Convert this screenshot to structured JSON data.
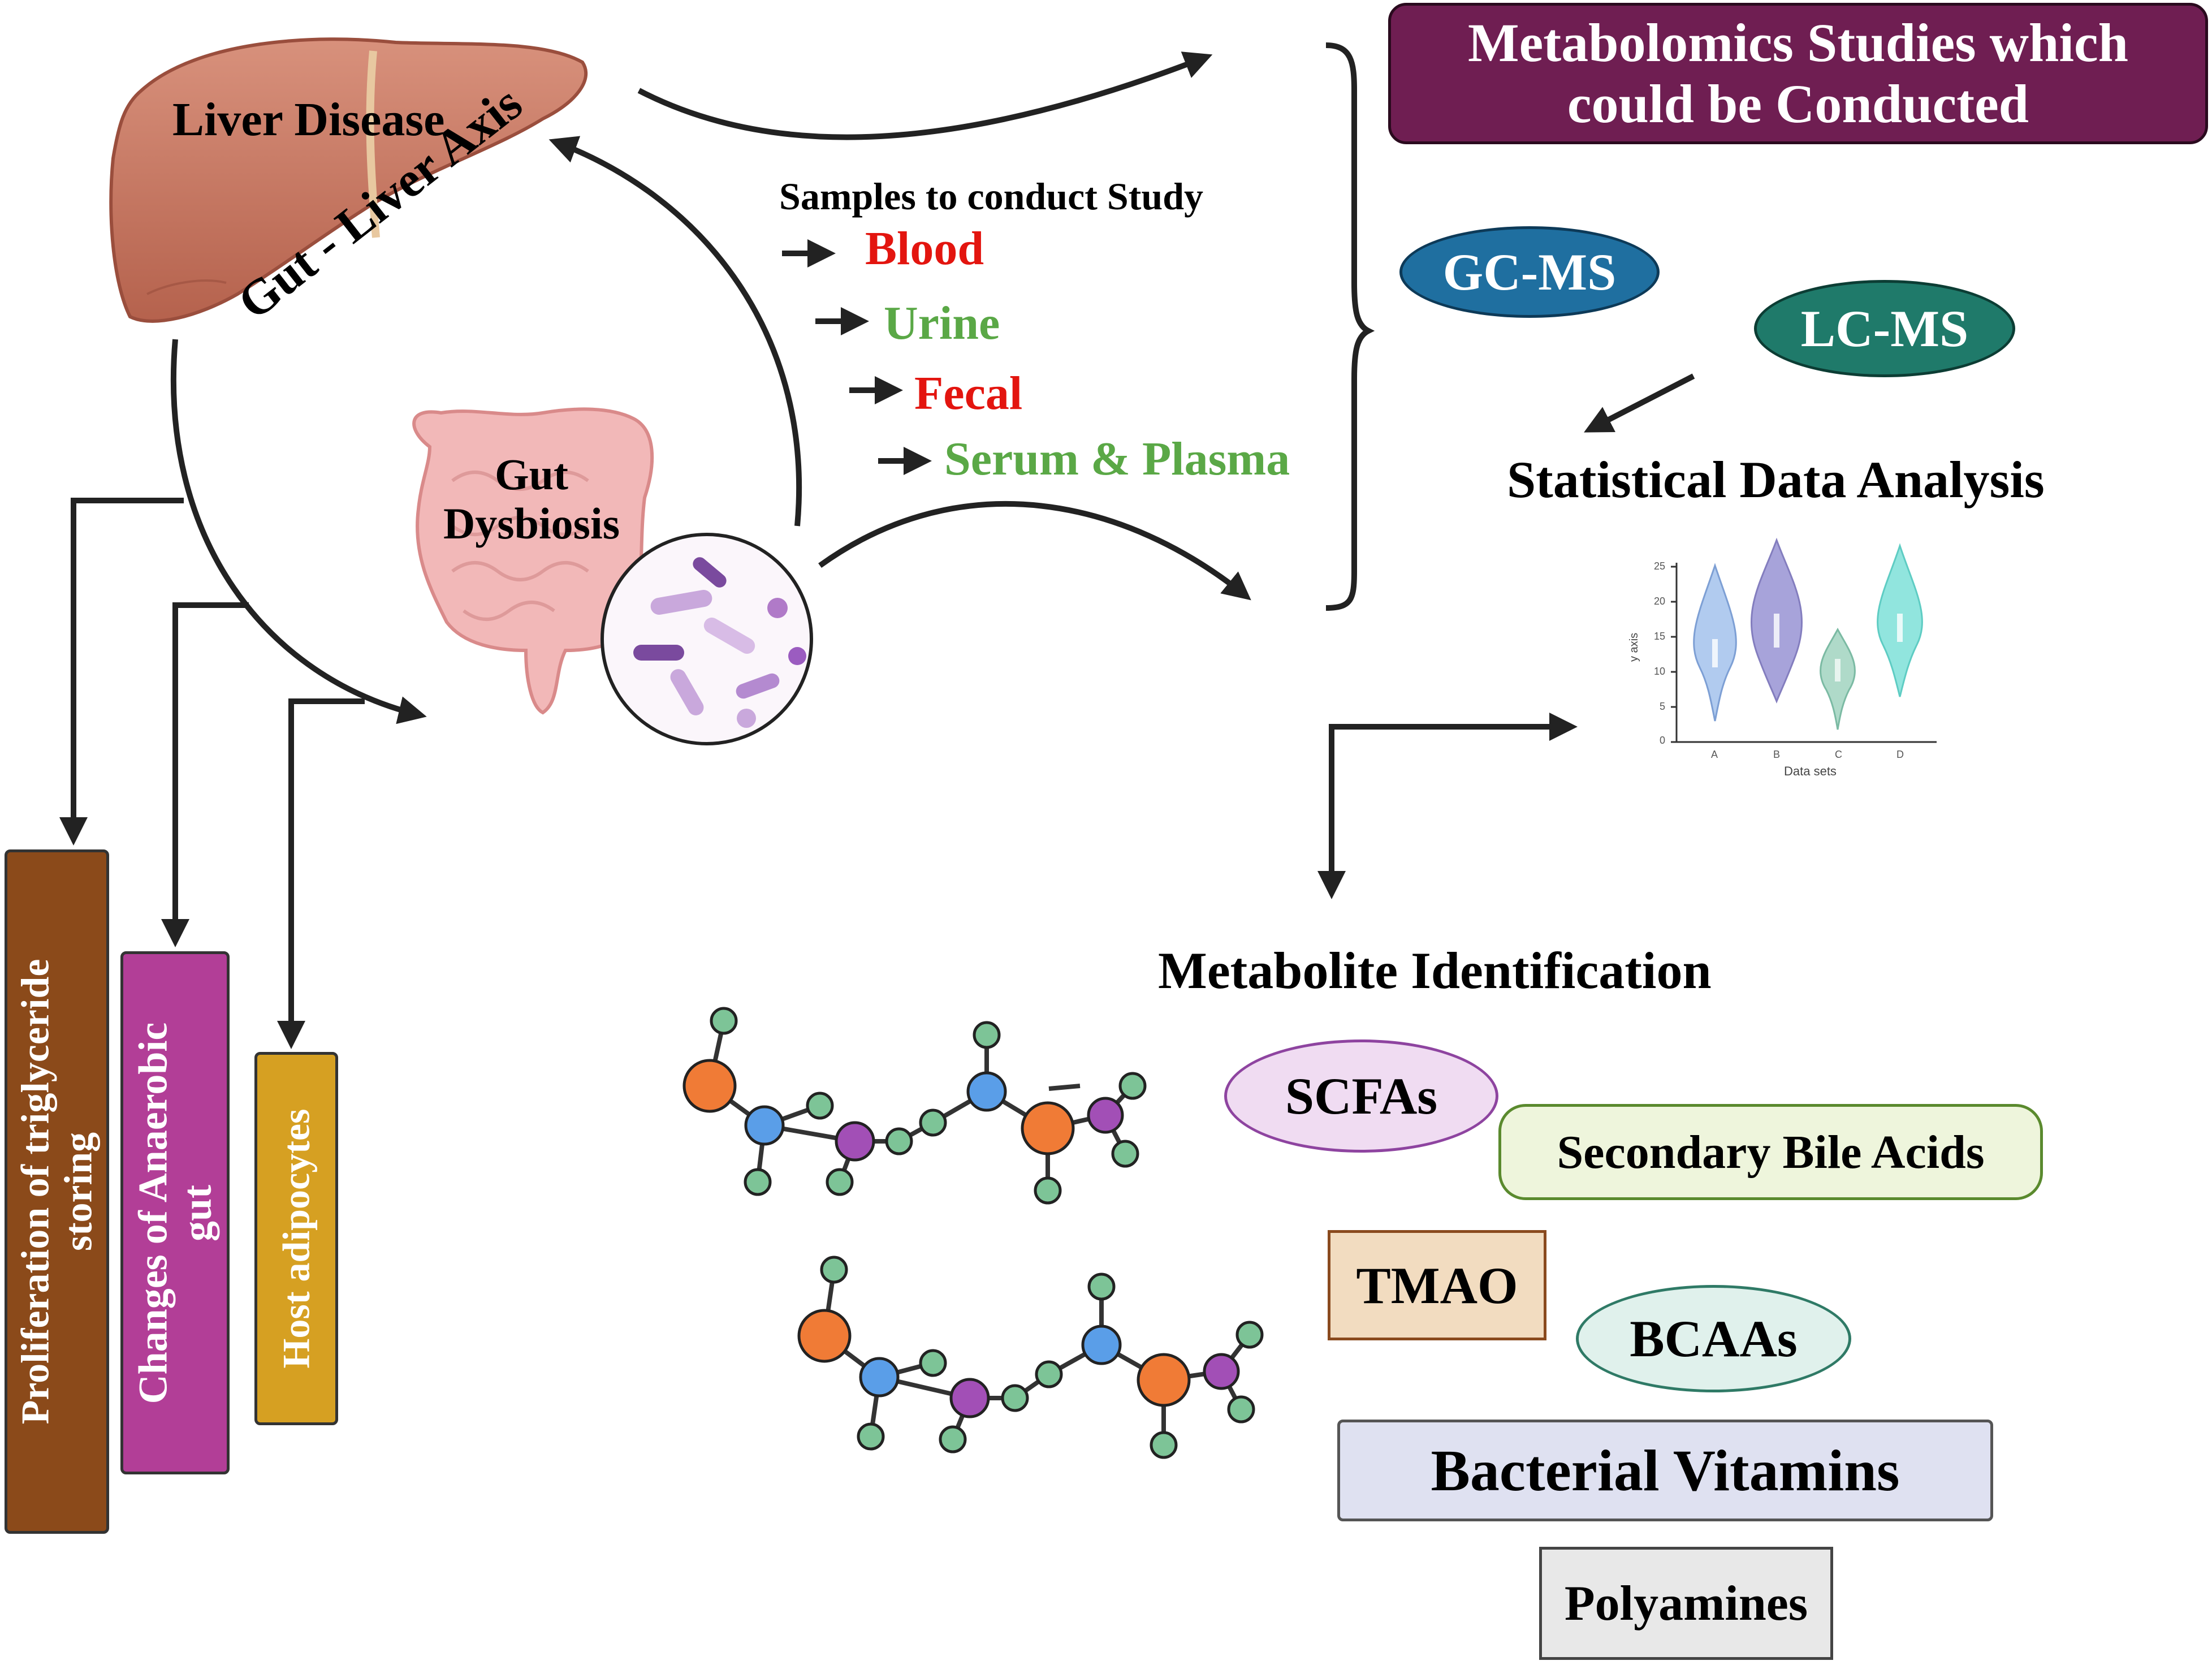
{
  "header_box": {
    "title": "Metabolomics Studies which could be Conducted",
    "color": "#6f1e52"
  },
  "liver": {
    "label": "Liver Disease",
    "color": "#c97a66"
  },
  "axis_label": "Gut - Liver Axis",
  "gut": {
    "label": "Gut Dysbiosis"
  },
  "samples": {
    "heading": "Samples to conduct Study",
    "items": [
      {
        "label": "Blood",
        "color": "#e3150f"
      },
      {
        "label": "Urine",
        "color": "#5aa846"
      },
      {
        "label": "Fecal",
        "color": "#e3150f"
      },
      {
        "label": "Serum & Plasma",
        "color": "#5aa846"
      }
    ]
  },
  "instruments": [
    {
      "label": "GC-MS",
      "color": "#1f6fa0"
    },
    {
      "label": "LC-MS",
      "color": "#1f7a6a"
    }
  ],
  "analysis_label": "Statistical Data Analysis",
  "violin_chart": {
    "ylabel": "y axis",
    "xlabel": "Data sets",
    "yticks": [
      "0",
      "5",
      "10",
      "15",
      "20",
      "25"
    ],
    "categories": [
      "A",
      "B",
      "C",
      "D"
    ]
  },
  "identification_label": "Metabolite Identification",
  "metabolites": [
    {
      "label": "SCFAs",
      "fill": "#f0dcf2",
      "border": "#8e44a0"
    },
    {
      "label": "Secondary Bile Acids",
      "fill": "#eef5dc",
      "border": "#5a8a2e"
    },
    {
      "label": "TMAO",
      "fill": "#f2dcc0",
      "border": "#8a4a1e"
    },
    {
      "label": "BCAAs",
      "fill": "#e0f1ec",
      "border": "#2f7a66"
    },
    {
      "label": "Bacterial Vitamins",
      "fill": "#dfe1f1",
      "border": "#555555"
    },
    {
      "label": "Polyamines",
      "fill": "#e8e8e8",
      "border": "#444444"
    }
  ],
  "effects": [
    {
      "label": "Proliferation of triglyceride storing",
      "color": "#8b4a1a"
    },
    {
      "label": "Changes of Anaerobic gut",
      "color": "#b23e97"
    },
    {
      "label": "Host adipocytes",
      "color": "#d6a022"
    }
  ]
}
